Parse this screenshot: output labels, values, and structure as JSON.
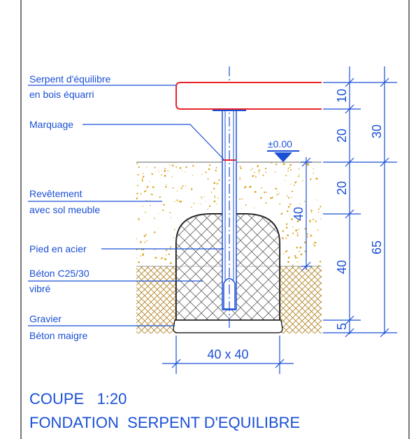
{
  "labels": {
    "beam_line1": "Serpent d'équilibre",
    "beam_line2": "en bois équarri",
    "marking": "Marquage",
    "level": "±0.00",
    "covering_line1": "Revêtement",
    "covering_line2": "avec sol meuble",
    "steel_foot": "Pied en acier",
    "concrete_line1": "Béton C25/30",
    "concrete_line2": "vibré",
    "gravel": "Gravier",
    "lean_concrete": "Béton maigre"
  },
  "dimensions": {
    "beam_height": "10",
    "gap_to_level": "20",
    "above_ground_total": "30",
    "soil_layer": "20",
    "block_embed": "40",
    "block_height": "40",
    "lean_layer": "5",
    "below_ground_total": "65",
    "block_size": "40 x 40"
  },
  "title": {
    "section": "COUPE   1:20",
    "name": "FONDATION  SERPENT D'EQUILIBRE"
  },
  "colors": {
    "annotation": "#1a4fd6",
    "beam": "#e8232a",
    "sand_dots": "#d8a41a",
    "gravel_hatch": "#b3862a",
    "ground_line": "#9a9a9a",
    "outline": "#000000"
  }
}
